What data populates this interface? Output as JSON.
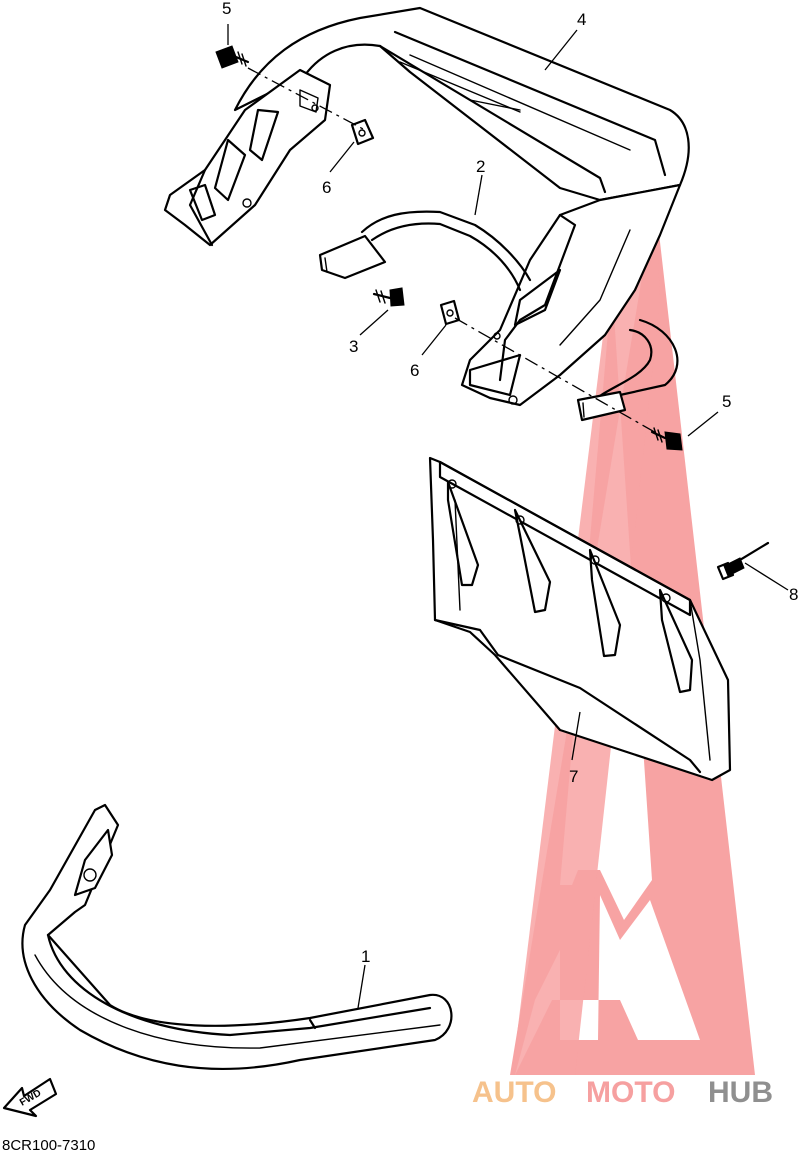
{
  "diagram": {
    "callouts": [
      "1",
      "2",
      "3",
      "4",
      "5",
      "5",
      "6",
      "6",
      "7",
      "8"
    ],
    "fwd_label": "FWD",
    "drawing_code": "8CR100-7310"
  },
  "watermark": {
    "part_a": "AUTO",
    "part_b": "MOTO",
    "part_c": "HUB",
    "colors": {
      "auto": "#f6c28c",
      "moto": "#f6a0a0",
      "hub": "#8f8f8f",
      "logo": "#f79a9a"
    }
  }
}
